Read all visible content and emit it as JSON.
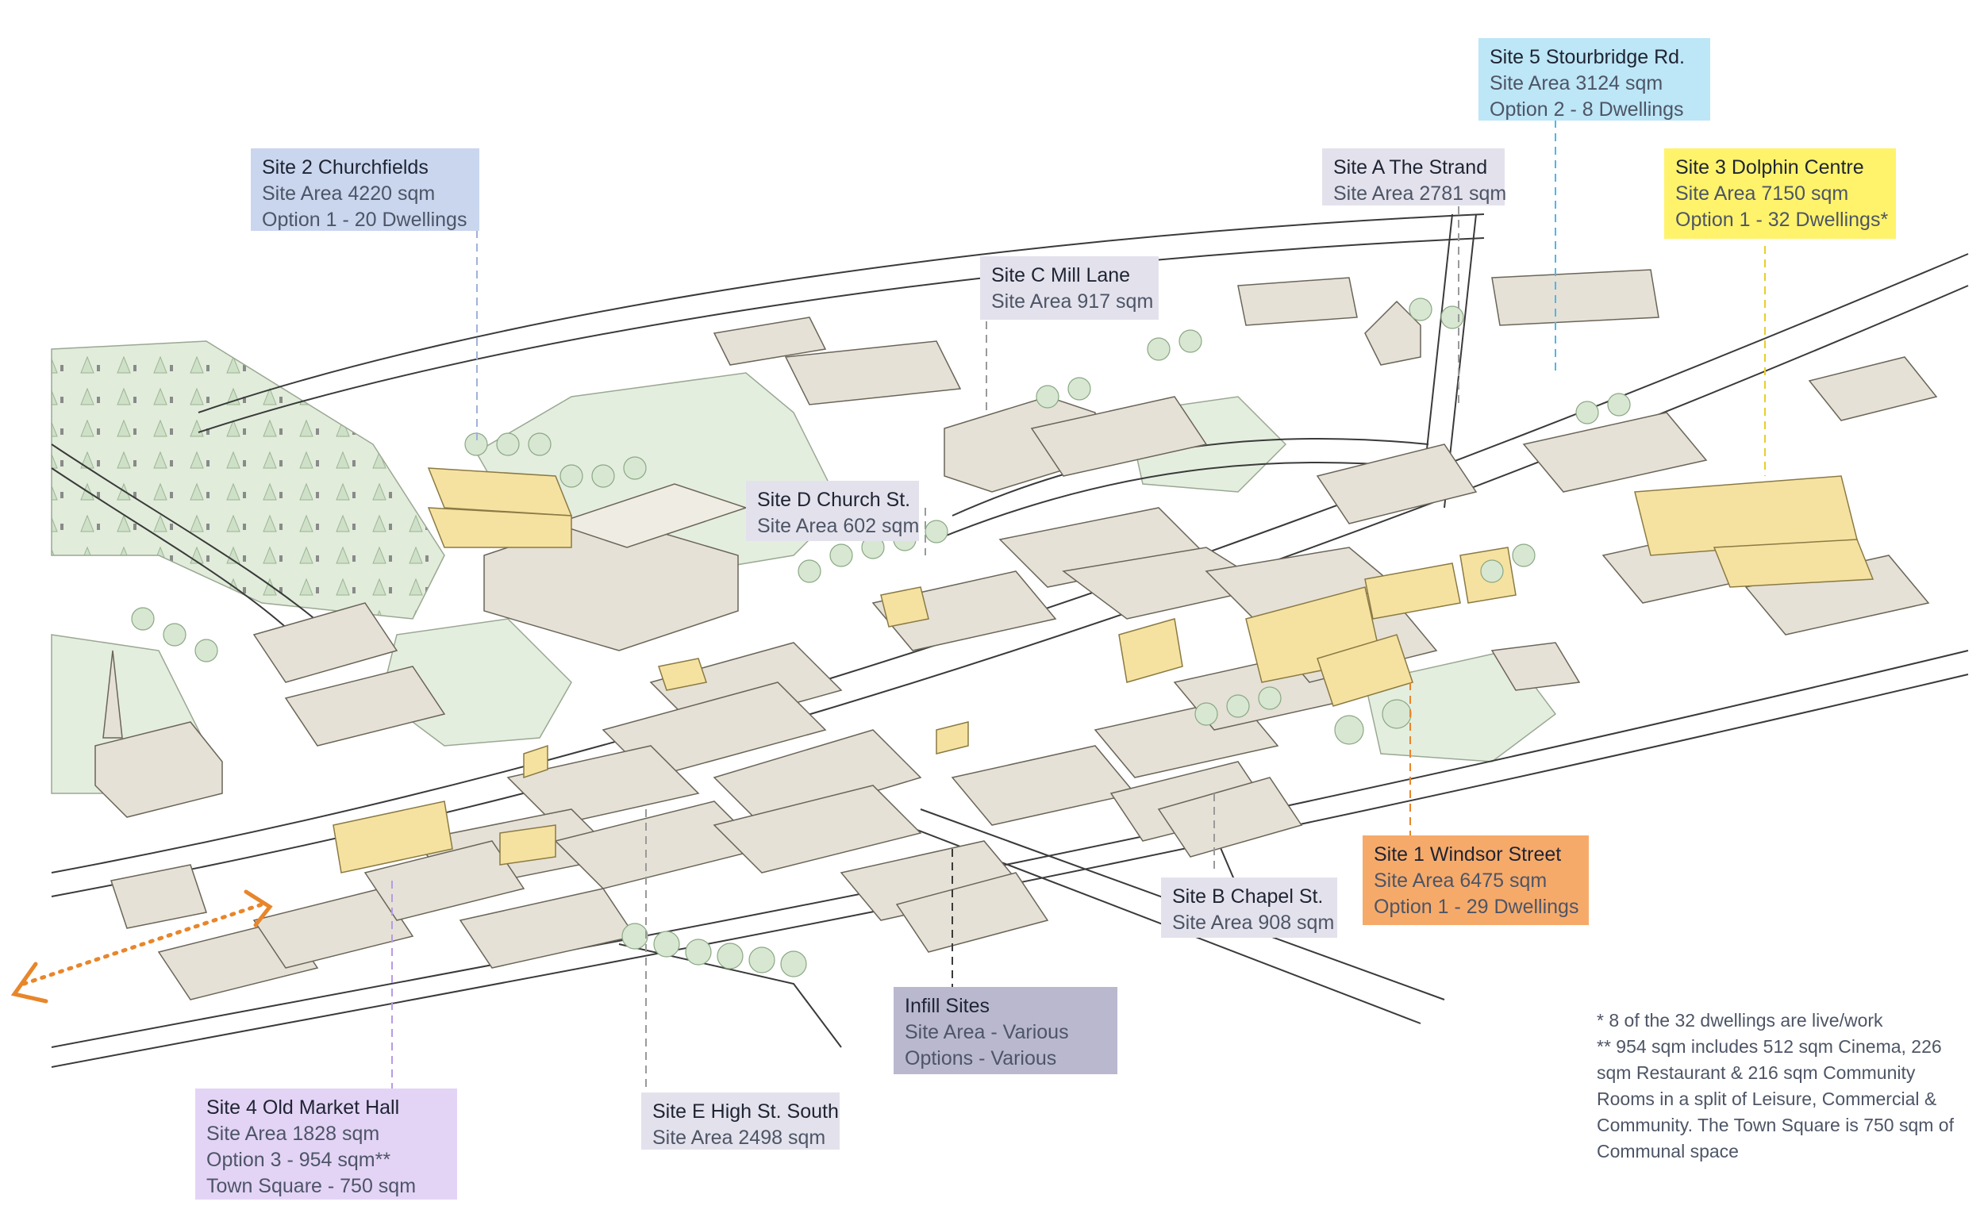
{
  "colors": {
    "site_blue": "#c9d6ee",
    "site_cyan": "#bde6f6",
    "site_yellow": "#fff36b",
    "site_orange": "#f6aa6a",
    "site_purple": "#e3d4f6",
    "site_grey": "#e3e2ec",
    "site_infill": "#b9b8cf",
    "building": "#e5e1d6",
    "new_dwelling": "#f6e2a0",
    "tree": "#d8e7d2",
    "arrow": "#e8862a"
  },
  "icons": [
    "compass-arrow-icon"
  ],
  "labels": [
    {
      "id": "site2",
      "title": "Site 2 Churchfields",
      "lines": [
        "Site Area 4220 sqm",
        "Option 1 - 20 Dwellings"
      ]
    },
    {
      "id": "site5",
      "title": "Site 5 Stourbridge Rd.",
      "lines": [
        "Site Area 3124 sqm",
        "Option 2 - 8 Dwellings"
      ]
    },
    {
      "id": "siteA",
      "title": "Site A The Strand",
      "lines": [
        "Site Area 2781 sqm"
      ]
    },
    {
      "id": "site3",
      "title": "Site 3 Dolphin Centre",
      "lines": [
        "Site Area 7150 sqm",
        "Option 1 - 32 Dwellings*"
      ]
    },
    {
      "id": "siteC",
      "title": "Site C Mill Lane",
      "lines": [
        "Site Area 917 sqm"
      ]
    },
    {
      "id": "siteD",
      "title": "Site D Church St.",
      "lines": [
        "Site Area 602 sqm"
      ]
    },
    {
      "id": "site1",
      "title": "Site 1 Windsor Street",
      "lines": [
        "Site Area 6475 sqm",
        "Option 1 - 29 Dwellings"
      ]
    },
    {
      "id": "siteB",
      "title": "Site B Chapel St.",
      "lines": [
        "Site Area 908 sqm"
      ]
    },
    {
      "id": "infill",
      "title": "Infill Sites",
      "lines": [
        "Site Area - Various",
        "Options - Various"
      ]
    },
    {
      "id": "siteE",
      "title": "Site E High St. South",
      "lines": [
        "Site Area 2498 sqm"
      ]
    },
    {
      "id": "site4",
      "title": "Site 4 Old Market Hall",
      "lines": [
        "Site Area 1828 sqm",
        "Option 3 - 954 sqm**",
        "Town Square - 750 sqm"
      ]
    }
  ],
  "footnotes": [
    "* 8 of the 32 dwellings are live/work",
    "** 954 sqm includes 512 sqm Cinema, 226 sqm Restaurant & 216 sqm Community Rooms in a split of Leisure, Commercial & Community. The Town Square is 750 sqm of Communal space"
  ]
}
